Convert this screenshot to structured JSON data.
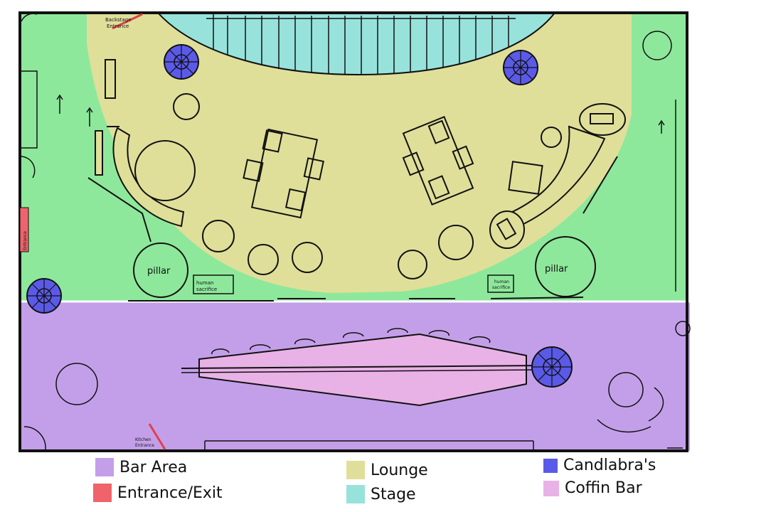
{
  "labels": {
    "backstage_entrance_line1": "Backstage",
    "backstage_entrance_line2": "Entrance",
    "entrance": "Entrance",
    "pillar_left": "pillar",
    "pillar_right": "pillar",
    "human_sacrifice_left_line1": "human",
    "human_sacrifice_left_line2": "sacrifice",
    "human_sacrifice_right_line1": "human",
    "human_sacrifice_right_line2": "sacrifice",
    "kitchen_entrance_line1": "Kitchen",
    "kitchen_entrance_line2": "Entrance"
  },
  "legend": {
    "bar_area": "Bar Area",
    "entrance_exit": "Entrance/Exit",
    "lounge": "Lounge",
    "stage": "Stage",
    "candlabras": "Candlabra's",
    "coffin_bar": "Coffin Bar"
  },
  "colors": {
    "bar_area": "#c39fe9",
    "entrance_exit": "#f0636b",
    "lounge": "#dfdf9a",
    "stage": "#98e2dc",
    "candlabra": "#5b5ae8",
    "coffin_bar": "#e8b2e6",
    "floor_green": "#8ee89b"
  }
}
